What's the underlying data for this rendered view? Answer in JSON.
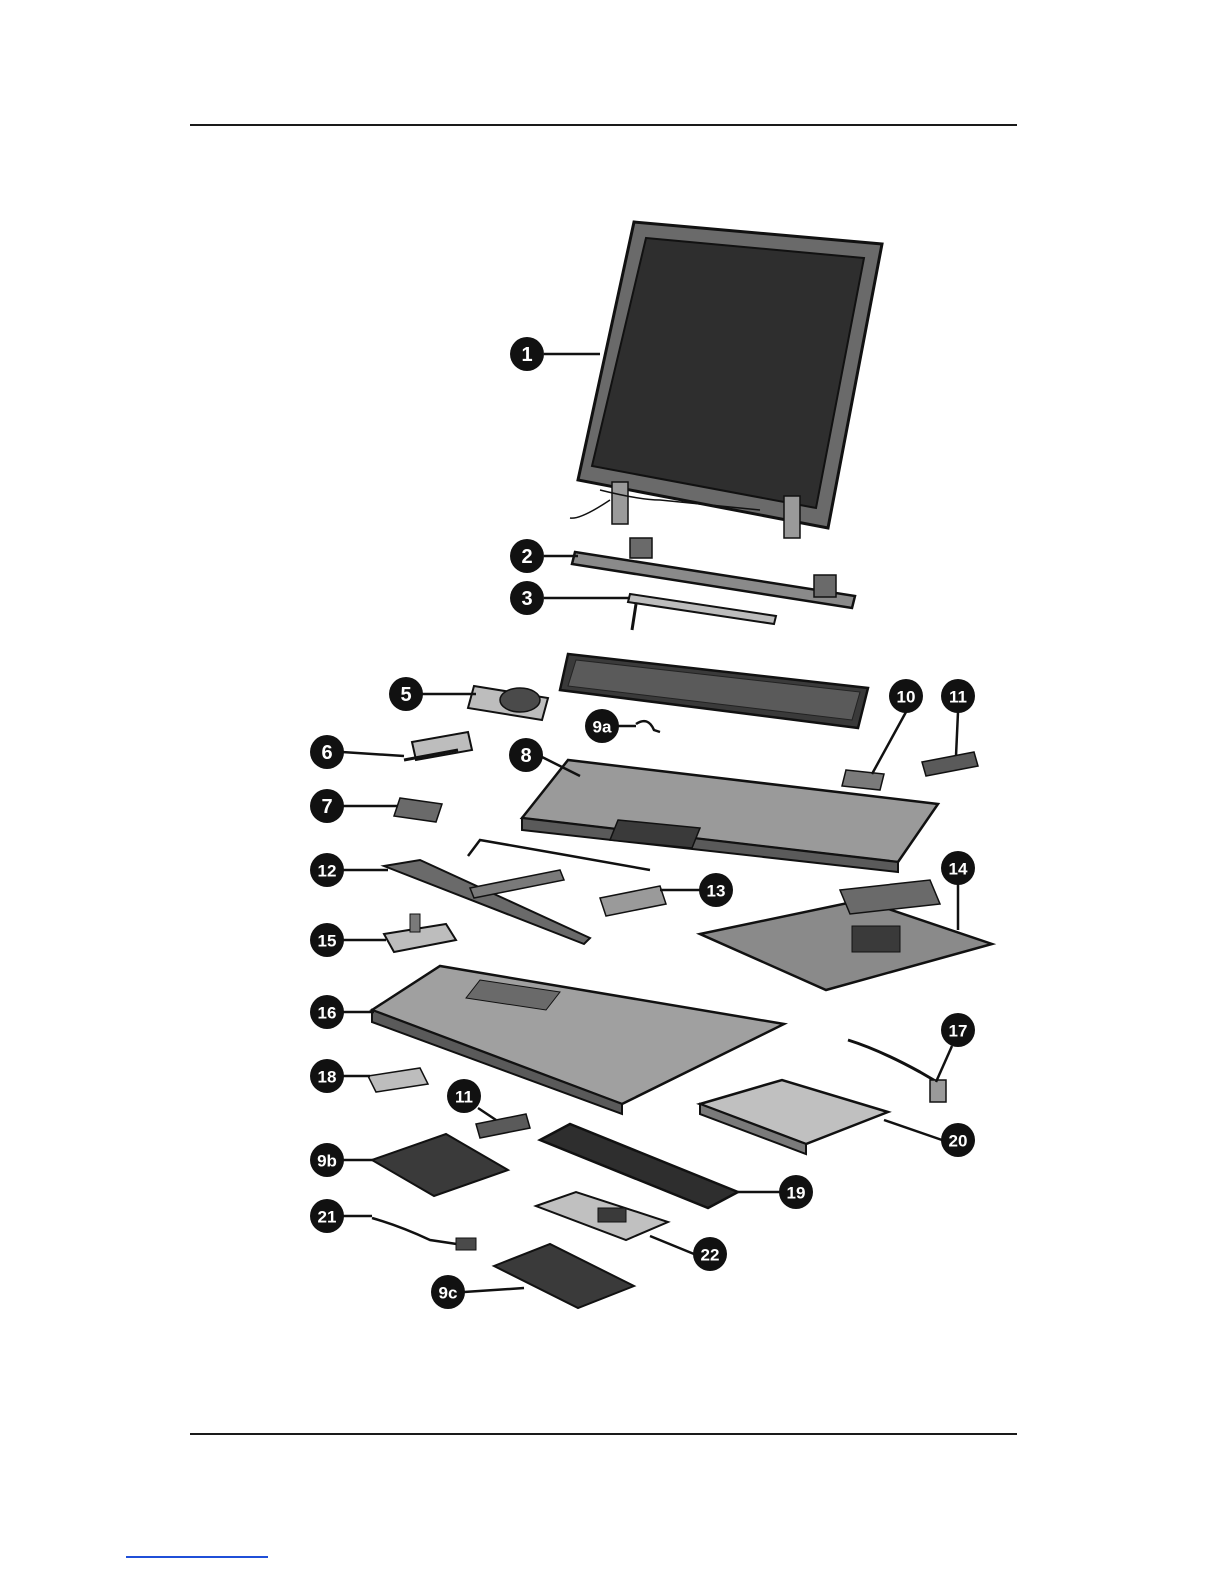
{
  "colors": {
    "ink": "#111111",
    "part_fill": "#bdbdbd",
    "part_dark": "#3a3a3a",
    "screen": "#2e2e2e",
    "link_underline": "#1f4fd8"
  },
  "callouts": [
    {
      "id": "1",
      "label": "1"
    },
    {
      "id": "2",
      "label": "2"
    },
    {
      "id": "3",
      "label": "3"
    },
    {
      "id": "5",
      "label": "5"
    },
    {
      "id": "9a",
      "label": "9a"
    },
    {
      "id": "10",
      "label": "10"
    },
    {
      "id": "11a",
      "label": "11"
    },
    {
      "id": "6",
      "label": "6"
    },
    {
      "id": "8",
      "label": "8"
    },
    {
      "id": "7",
      "label": "7"
    },
    {
      "id": "12",
      "label": "12"
    },
    {
      "id": "13",
      "label": "13"
    },
    {
      "id": "14",
      "label": "14"
    },
    {
      "id": "15",
      "label": "15"
    },
    {
      "id": "16",
      "label": "16"
    },
    {
      "id": "17",
      "label": "17"
    },
    {
      "id": "18",
      "label": "18"
    },
    {
      "id": "11b",
      "label": "11"
    },
    {
      "id": "20",
      "label": "20"
    },
    {
      "id": "9b",
      "label": "9b"
    },
    {
      "id": "19",
      "label": "19"
    },
    {
      "id": "21",
      "label": "21"
    },
    {
      "id": "22",
      "label": "22"
    },
    {
      "id": "9c",
      "label": "9c"
    }
  ],
  "icons": {
    "display": "display-assembly-icon",
    "keyboard": "keyboard-icon",
    "fan": "fan-icon",
    "system_board": "system-board-icon",
    "optical_drive": "optical-drive-icon",
    "battery": "battery-icon",
    "hard_drive": "hard-drive-icon"
  }
}
